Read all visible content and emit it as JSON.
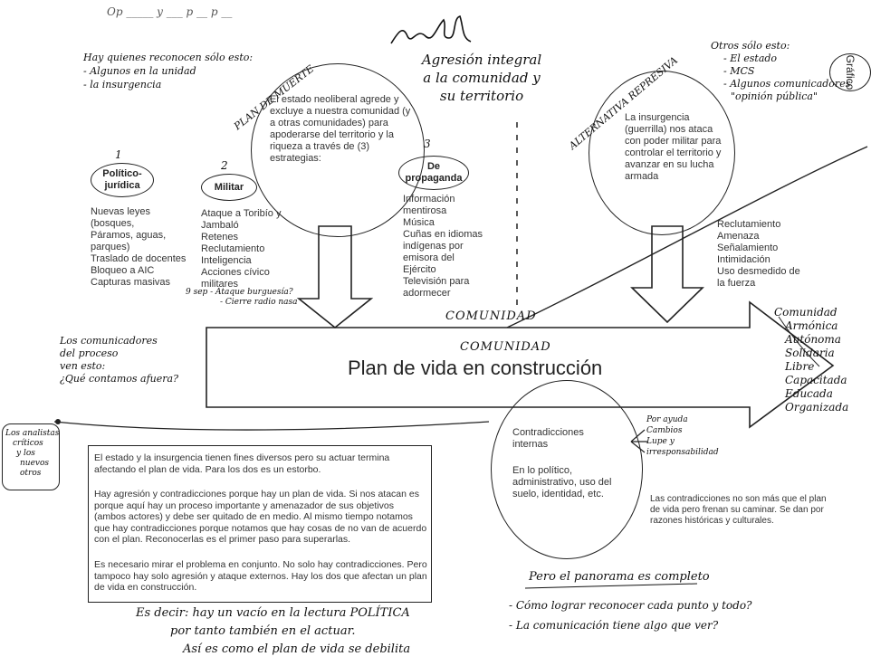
{
  "top_scribble": "Op _____ y ___ p __ p __",
  "top_right_label": "Gráfico",
  "agresion": [
    "Agresión integral",
    "a la comunidad y",
    "su territorio"
  ],
  "recognize_note": [
    "Hay quienes reconocen sólo esto:",
    "- Algunos en la unidad",
    "- la insurgencia"
  ],
  "others_note": [
    "Otros sólo esto:",
    "- El estado",
    "- MCS",
    "- Algunos comunicadores",
    "\"opinión pública\""
  ],
  "plan_muerte_label": "PLAN DE MUERTE",
  "alternativa_label": "ALTERNATIVA REPRESIVA",
  "left_circle_text": "El estado neoliberal agrede y excluye a nuestra comunidad (y a otras comunidades) para apoderarse del territorio y la riqueza a través de (3) estrategias:",
  "right_circle_text": "La insurgencia (guerrilla) nos ataca con poder militar para controlar el territorio y avanzar en su lucha armada",
  "strategies": [
    {
      "num": "1",
      "label": "Político-jurídica",
      "items": [
        "Nuevas leyes",
        "(bosques,",
        "Páramos, aguas,",
        "parques)",
        "Traslado de docentes",
        "Bloqueo a AIC",
        "Capturas masivas"
      ]
    },
    {
      "num": "2",
      "label": "Militar",
      "items": [
        "Ataque a Toribío y",
        "Jambaló",
        "Retenes",
        "Reclutamiento",
        "Inteligencia",
        "Acciones cívico",
        "militares"
      ]
    },
    {
      "num": "3",
      "label": "De propaganda",
      "items": [
        "Información",
        "mentirosa",
        "Música",
        "Cuñas en idiomas",
        "indígenas por",
        "emisora del",
        "Ejército",
        "Televisión para",
        "adormecer"
      ]
    }
  ],
  "militar_note": [
    "9 sep - Ataque burguesía?",
    "- Cierre radio nasa"
  ],
  "insurgency_items": [
    "Reclutamiento",
    "Amenaza",
    "Señalamiento",
    "Intimidación",
    "Uso desmedido de",
    "la fuerza"
  ],
  "comunidad_top": "COMUNIDAD",
  "comunidad_inner": "COMUNIDAD",
  "plan_vida": "Plan de vida en construcción",
  "left_note": [
    "Los comunicadores",
    "del proceso",
    "ven esto:",
    "¿Qué contamos afuera?"
  ],
  "community_qualities": [
    "Comunidad",
    "Armónica",
    "Autónoma",
    "Solidaria",
    "Libre",
    "Capacitada",
    "Educada",
    "Organizada"
  ],
  "contradicciones_title": "Contradicciones internas",
  "contradicciones_text": "En lo político, administrativo, uso del suelo, identidad, etc.",
  "contradicciones_causes": [
    "Por ayuda",
    "Cambios",
    "Lupe y",
    "irresponsabilidad"
  ],
  "contradicciones_note": "Las contradicciones no son más que el plan de vida pero frenan su caminar. Se dan por razones históricas y culturales.",
  "analysts_note": [
    "Los analistas",
    "críticos",
    "y los",
    "nuevos",
    "otros"
  ],
  "bottom_box_paragraphs": [
    "El estado y la insurgencia tienen fines diversos pero su actuar termina afectando el plan de vida. Para los dos es un estorbo.",
    "Hay agresión y contradicciones porque hay un plan de vida. Si nos atacan es porque aquí hay un proceso importante y amenazador de sus objetivos (ambos actores) y debe ser quitado de en medio. Al mismo tiempo notamos que hay contradicciones porque notamos que hay cosas de no van de acuerdo con el plan. Reconocerlas es el primer paso para superarlas.",
    "Es necesario mirar el problema en conjunto. No solo hay contradicciones. Pero tampoco hay solo agresión y ataque externos. Hay los dos que afectan un plan de vida en construcción."
  ],
  "panorama_title": "Pero el panorama es completo",
  "panorama_lines": [
    "- Cómo lograr reconocer cada punto y todo?",
    "- La comunicación tiene algo que ver?"
  ],
  "es_decir": [
    "Es decir: hay un vacío en la lectura POLÍTICA",
    "por tanto también en el actuar.",
    "Así es como el plan de vida se debilita"
  ]
}
